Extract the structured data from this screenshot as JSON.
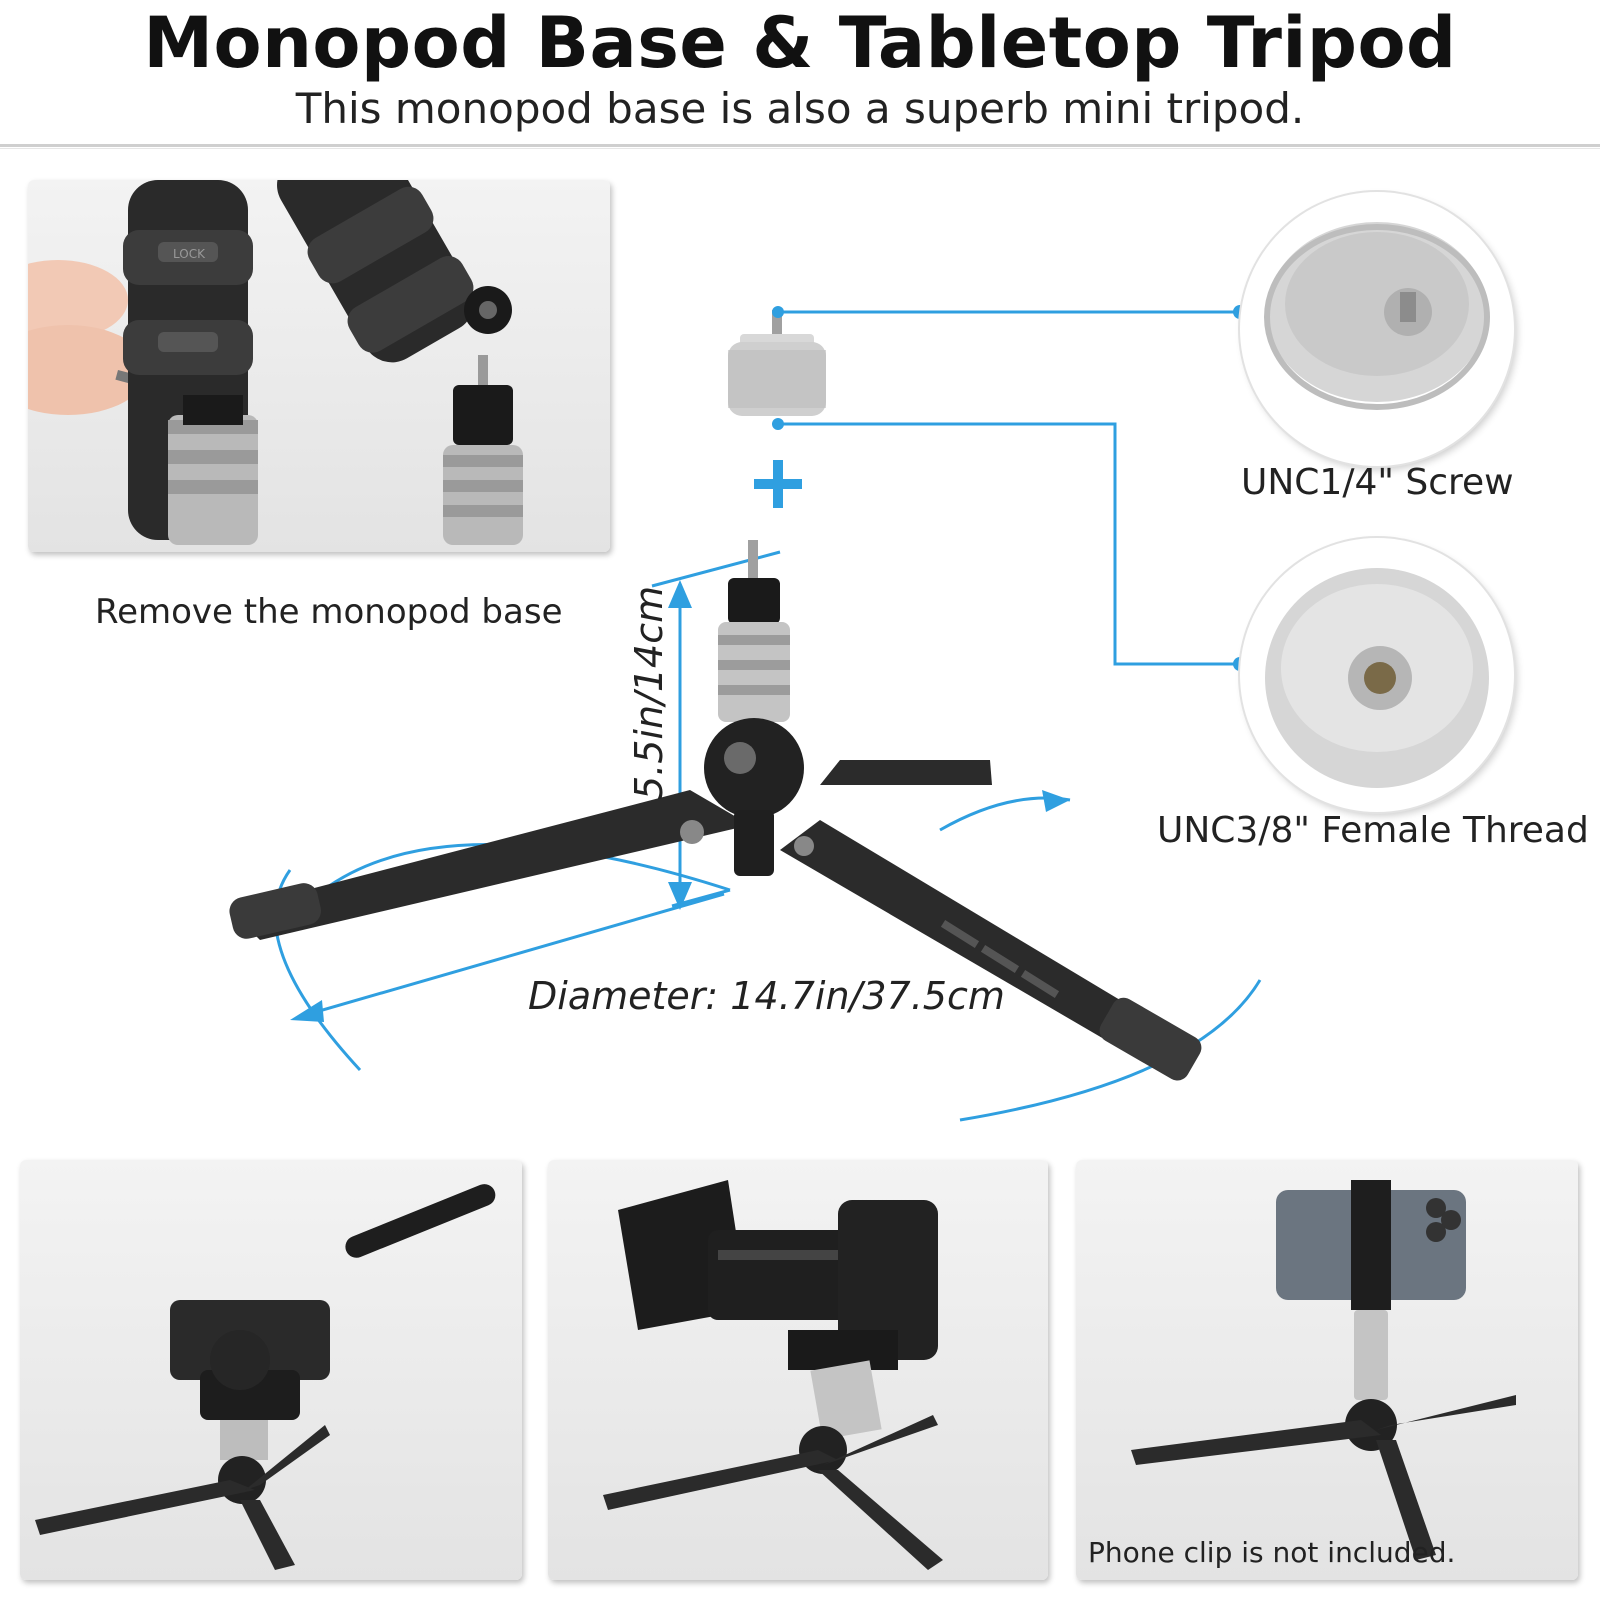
{
  "header": {
    "title": "Monopod Base & Tabletop Tripod",
    "subtitle": "This monopod base is also a superb mini tripod."
  },
  "top_left_photo": {
    "caption": "Remove the monopod base",
    "stamp_text": "LOCK"
  },
  "center_diagram": {
    "height_label": "5.5in/14cm",
    "diameter_label": "Diameter: 14.7in/37.5cm",
    "plus_symbol": "+"
  },
  "adapters": {
    "screw_label": "UNC1/4\" Screw",
    "thread_label": "UNC3/8\" Female Thread"
  },
  "bottom_photos": {
    "phone_note": "Phone clip is not included."
  },
  "colors": {
    "accent_blue": "#2f9fe0",
    "metal_silver": "#c8c8c8",
    "tripod_black": "#1f1f1f"
  }
}
